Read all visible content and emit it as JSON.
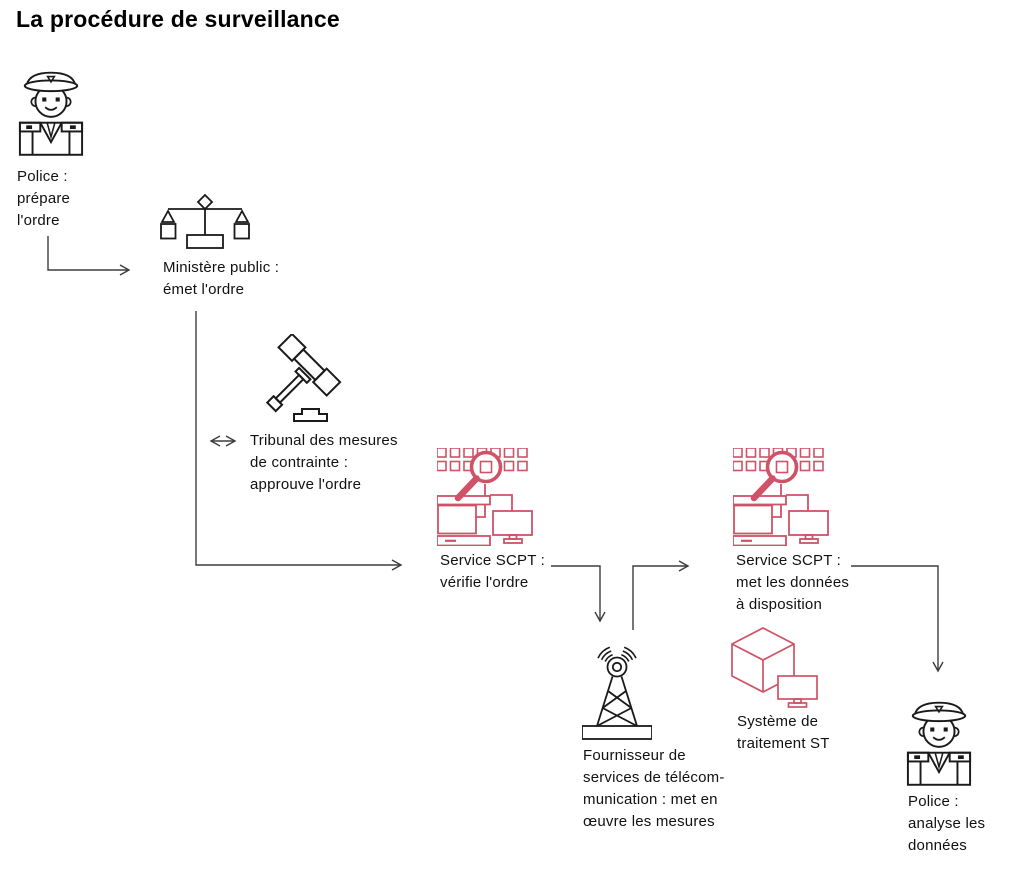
{
  "title": "La procédure de surveillance",
  "colors": {
    "accent_red": "#d05266",
    "icon_black": "#1a1a1a",
    "arrow_gray": "#3d3d3d",
    "text": "#111111",
    "background": "#ffffff"
  },
  "nodes": {
    "police_prepare": {
      "icon": "police-officer-icon",
      "lines": [
        "Police :",
        "prépare",
        "l'ordre"
      ]
    },
    "ministere_public": {
      "icon": "scales-of-justice-icon",
      "lines": [
        "Ministère public :",
        "émet l'ordre"
      ]
    },
    "tribunal": {
      "icon": "gavel-icon",
      "lines": [
        "Tribunal des mesures",
        "de contrainte :",
        "approuve l'ordre"
      ]
    },
    "scpt_verifie": {
      "icon": "magnifier-devices-icon",
      "lines": [
        "Service SCPT :",
        "vérifie l'ordre"
      ]
    },
    "fournisseur": {
      "icon": "telecom-tower-icon",
      "lines": [
        "Fournisseur de",
        "services de télécom-",
        "munication : met en",
        "œuvre les mesures"
      ]
    },
    "scpt_donnees": {
      "icon": "magnifier-devices-icon",
      "lines": [
        "Service SCPT :",
        "met les données",
        "à disposition"
      ]
    },
    "systeme_st": {
      "icon": "cube-monitor-icon",
      "lines": [
        "Système de",
        "traitement ST"
      ]
    },
    "police_analyse": {
      "icon": "police-officer-icon",
      "lines": [
        "Police :",
        "analyse les",
        "données"
      ]
    }
  }
}
